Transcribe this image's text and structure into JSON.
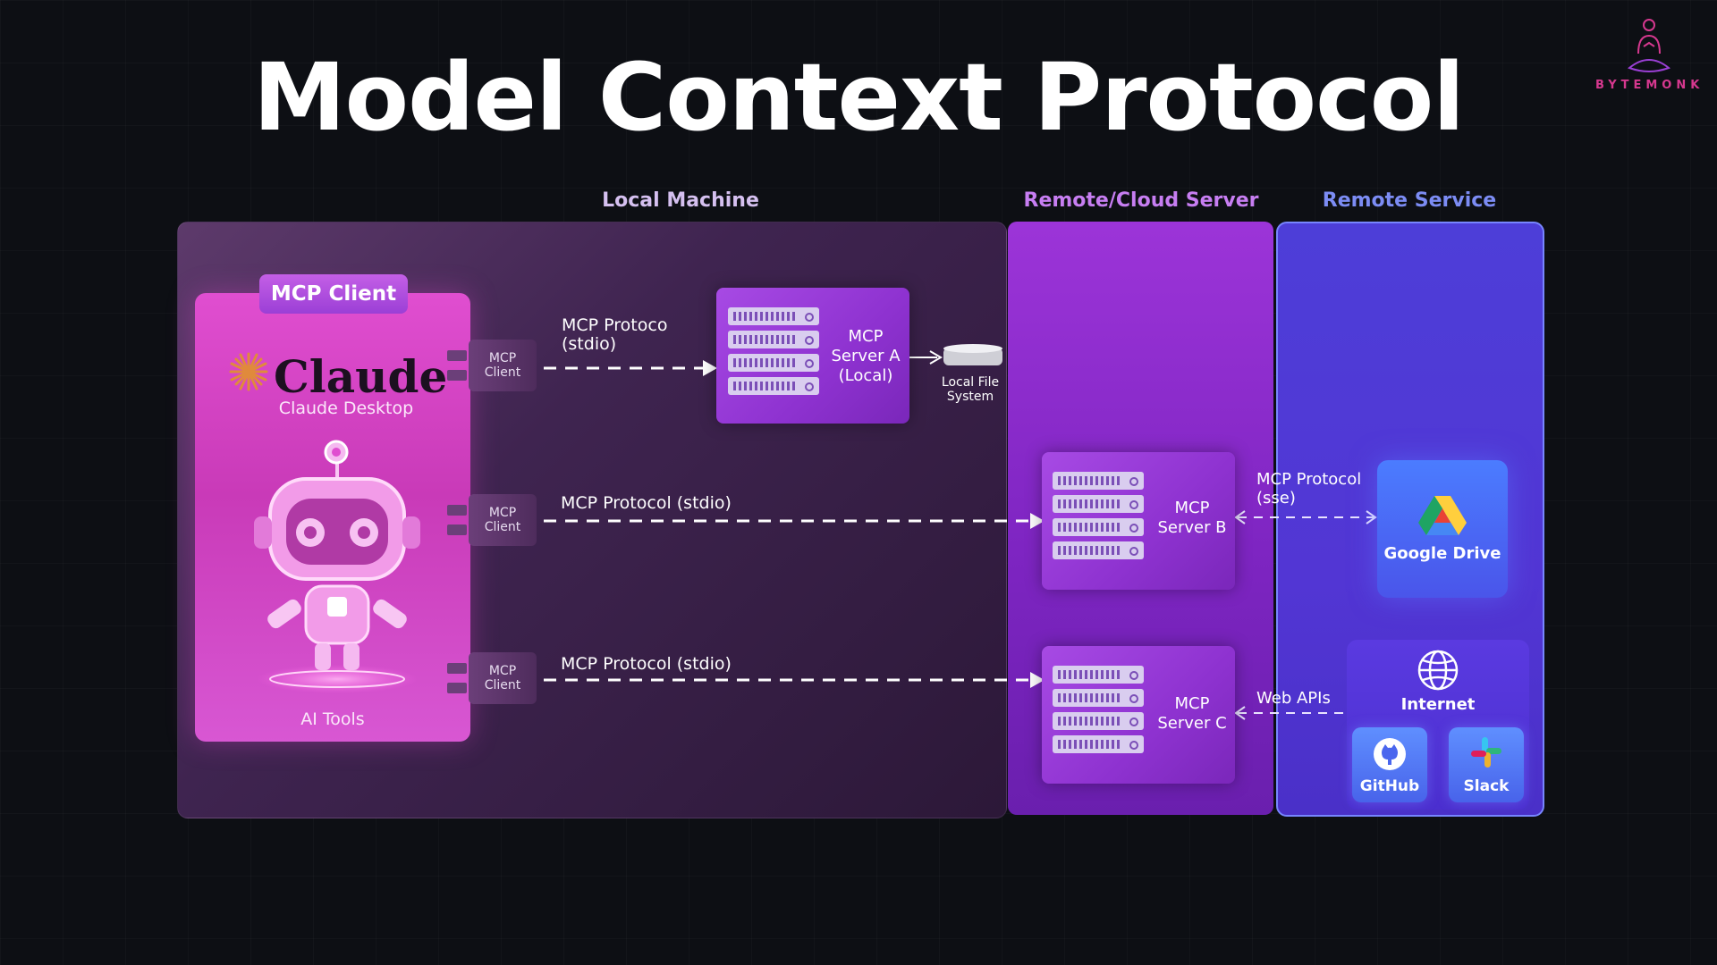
{
  "title": "Model Context Protocol",
  "brand": {
    "logo_text": "BYTEMONK"
  },
  "zones": {
    "local": "Local Machine",
    "remote": "Remote/Cloud Server",
    "service": "Remote Service"
  },
  "client": {
    "tag": "MCP Client",
    "app_name": "Claude",
    "app_subtitle": "Claude Desktop",
    "footer": "AI Tools",
    "ports": [
      "MCP Client",
      "MCP Client",
      "MCP Client"
    ]
  },
  "connections": [
    {
      "label_line1": "MCP Protoco",
      "label_line2": "(stdio)"
    },
    {
      "label": "MCP Protocol (stdio)"
    },
    {
      "label": "MCP Protocol (stdio)"
    }
  ],
  "servers": {
    "a": {
      "line1": "MCP",
      "line2": "Server A",
      "line3": "(Local)"
    },
    "b": {
      "line1": "MCP",
      "line2": "Server B"
    },
    "c": {
      "line1": "MCP",
      "line2": "Server C"
    }
  },
  "local_fs": {
    "line1": "Local File",
    "line2": "System"
  },
  "remote_links": {
    "sse_line1": "MCP Protocol",
    "sse_line2": "(sse)",
    "web": "Web APIs"
  },
  "services": {
    "gdrive": "Google Drive",
    "internet": "Internet",
    "github": "GitHub",
    "slack": "Slack"
  },
  "colors": {
    "client_pink": "#d94ccc",
    "remote_purple": "#8e32d0",
    "service_blue": "#4f3ad6",
    "arrow": "#ffffff"
  }
}
